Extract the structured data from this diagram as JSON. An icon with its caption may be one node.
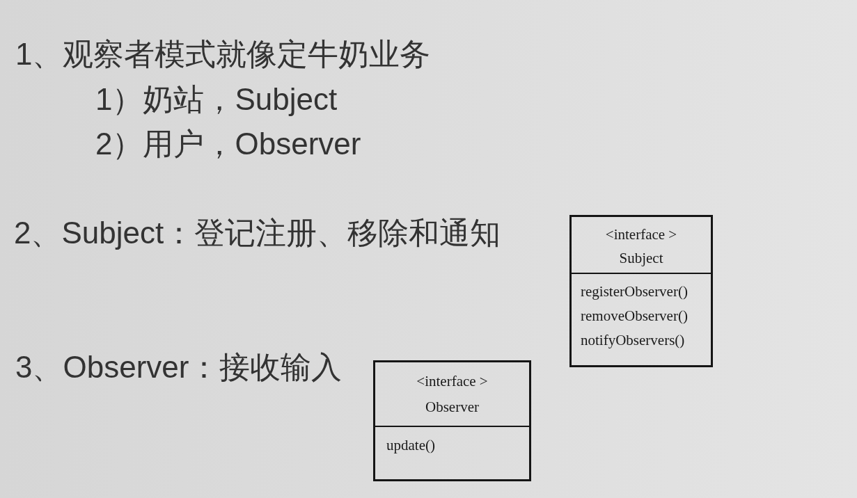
{
  "diagram": {
    "nodes": [
      {
        "text": [
          "<interface >",
          "Subject",
          "registerObserver()",
          "removeObserver()",
          "notifyObservers()"
        ]
      },
      {
        "text": [
          "<interface >",
          "Observer",
          "update()"
        ]
      }
    ],
    "labels": [
      "1、观察者模式就像定牛奶业务",
      "1）奶站，Subject",
      "2）用户，Observer",
      "2、Subject：登记注册、移除和通知",
      "3、Observer：接收输入"
    ]
  }
}
